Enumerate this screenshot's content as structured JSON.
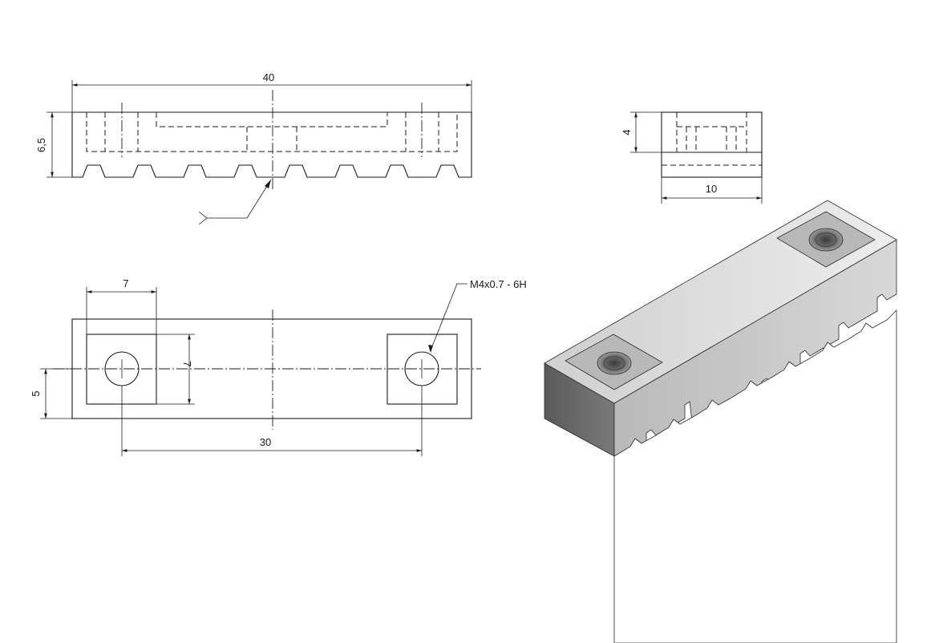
{
  "dimensions": {
    "top_length": "40",
    "top_height": "6,5",
    "side_height": "4",
    "side_width": "10",
    "plan_pocket_width": "7",
    "plan_pocket_height": "7",
    "plan_width": "5",
    "plan_hole_spacing": "30",
    "thread_callout": "M4x0.7 - 6H"
  },
  "colors": {
    "line": "#1a1a1a",
    "iso_top": "#dcdcdc",
    "iso_front": "#c4c4c4",
    "iso_end": "#6e6e6e",
    "iso_pocket": "#a8a8a8"
  }
}
